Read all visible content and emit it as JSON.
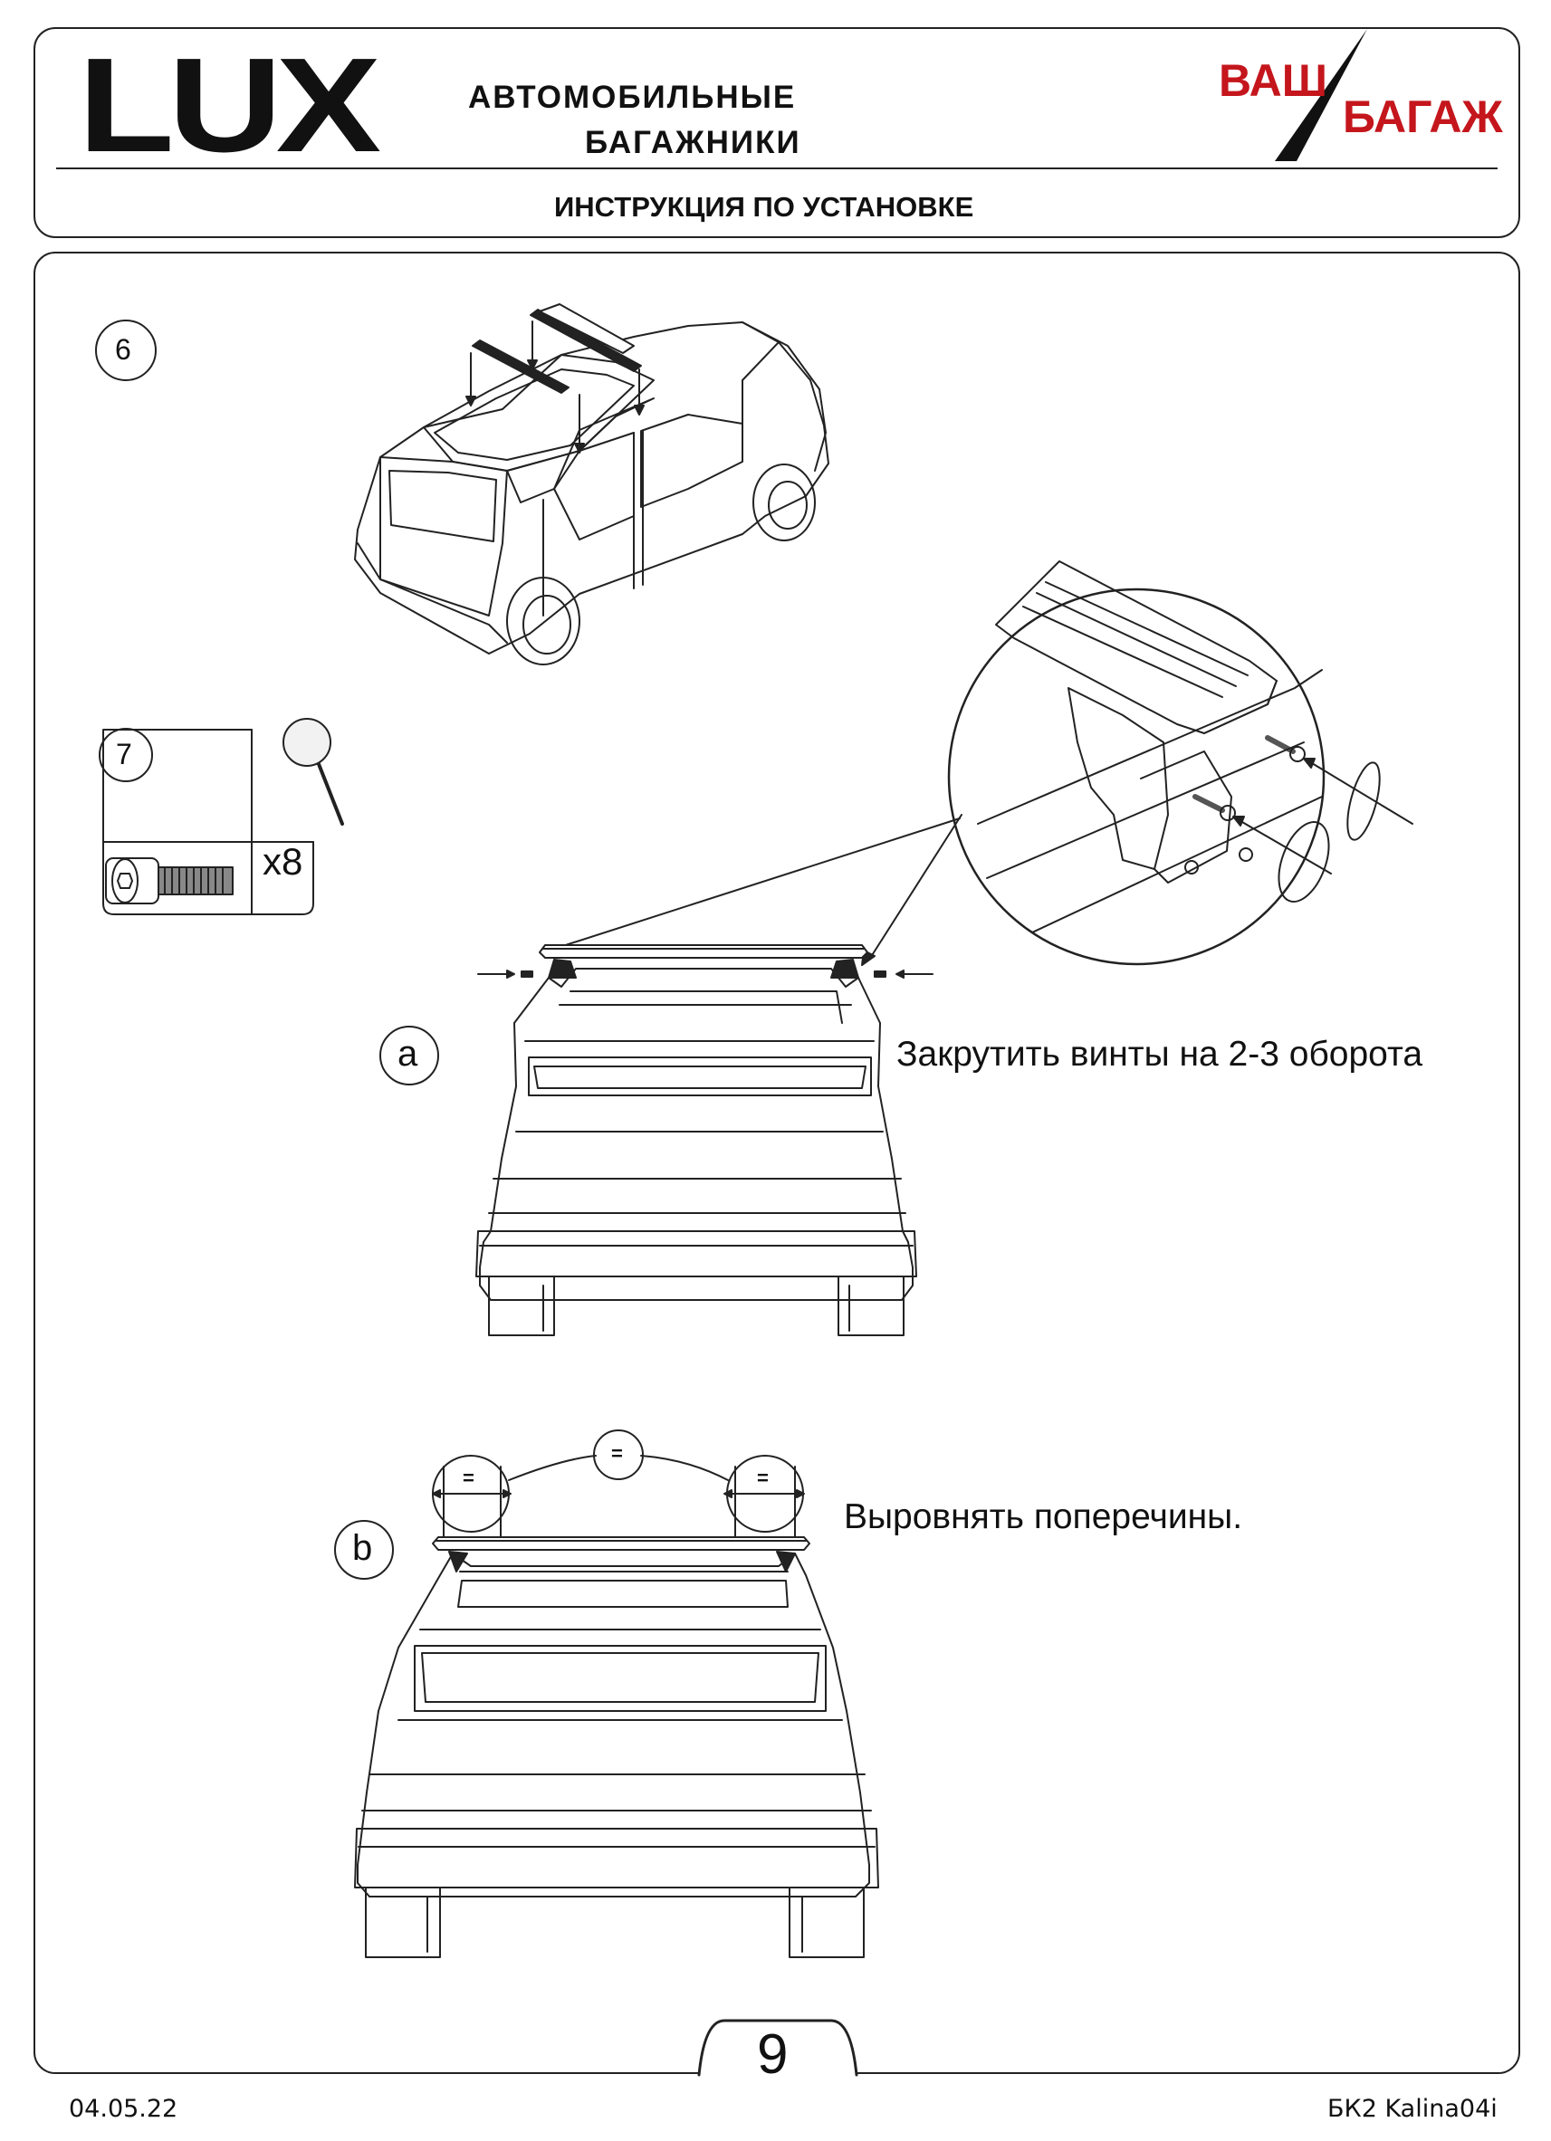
{
  "header": {
    "logo_lux": "LUX",
    "subtitle_line1": "АВТОМОБИЛЬНЫЕ",
    "subtitle_line2": "БАГАЖНИКИ",
    "brand_line1": "ВАШ",
    "brand_line2": "БАГАЖ",
    "doc_title": "ИНСТРУКЦИЯ ПО УСТАНОВКЕ",
    "brand_color": "#c4161c"
  },
  "steps": {
    "step6_number": "6",
    "step7_number": "7",
    "bolt_quantity": "x8",
    "sub_a": "a",
    "sub_a_text": "Закрутить винты на 2-3 оборота",
    "sub_b": "b",
    "sub_b_text": "Выровнять поперечины.",
    "equal_sign": "="
  },
  "footer": {
    "page_number": "9",
    "date": "04.05.22",
    "doc_code": "БК2 Kalina04i"
  }
}
